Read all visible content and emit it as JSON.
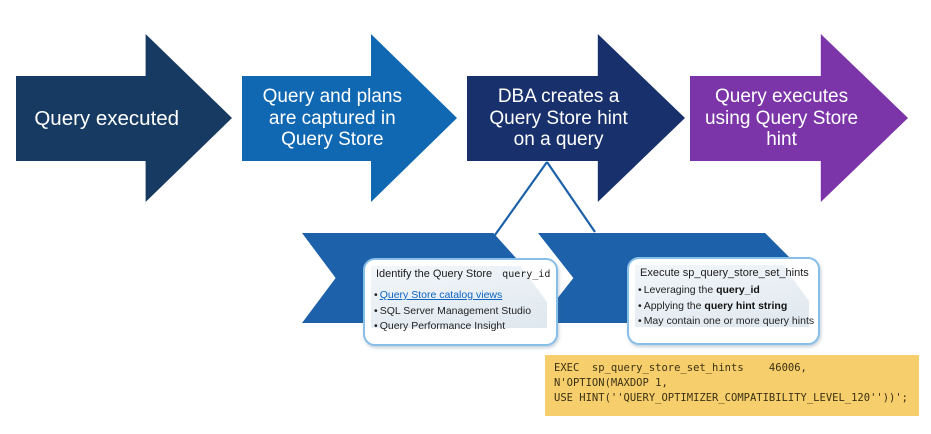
{
  "ui": {
    "bullet_char": "•"
  },
  "colors": {
    "arrow_1": "#163A61",
    "arrow_2": "#1068B3",
    "arrow_3": "#18316D",
    "arrow_4": "#7B35A8",
    "chevron_banner": "#1C61A9",
    "callout_border": "#88BFE8",
    "link": "#0A63C2",
    "code_background": "#F7CE6C",
    "code_text": "#3A3114"
  },
  "flow": {
    "steps": [
      {
        "label": "Query executed",
        "lines": [
          "Query executed"
        ]
      },
      {
        "label": "Query and plans are captured in Query Store",
        "lines": [
          "Query and plans",
          "are captured in",
          "Query Store"
        ]
      },
      {
        "label": "DBA creates a Query Store hint on a query",
        "lines": [
          "DBA creates a",
          "Query Store hint",
          "on a query"
        ]
      },
      {
        "label": "Query executes using Query Store hint",
        "lines": [
          "Query executes",
          "using Query Store",
          "hint"
        ]
      }
    ]
  },
  "callouts": {
    "left": {
      "title_text": "Identify the Query Store",
      "title_code": "query_id",
      "bullets": [
        {
          "text": "Query Store catalog views"
        },
        {
          "text": "SQL Server Management Studio"
        },
        {
          "text": "Query Performance Insight"
        }
      ]
    },
    "right": {
      "title_text": "Execute sp_query_store_set_hints",
      "bullets": [
        {
          "prefix": "Leveraging the ",
          "bold": "query_id"
        },
        {
          "prefix": "Applying the ",
          "bold": "query hint string"
        },
        {
          "prefix": "May contain one or more query hints",
          "bold": ""
        }
      ]
    }
  },
  "code_block": {
    "lines": [
      "EXEC  sp_query_store_set_hints    46006,",
      "N'OPTION(MAXDOP 1,",
      "USE HINT(''QUERY_OPTIMIZER_COMPATIBILITY_LEVEL_120''))';"
    ]
  }
}
